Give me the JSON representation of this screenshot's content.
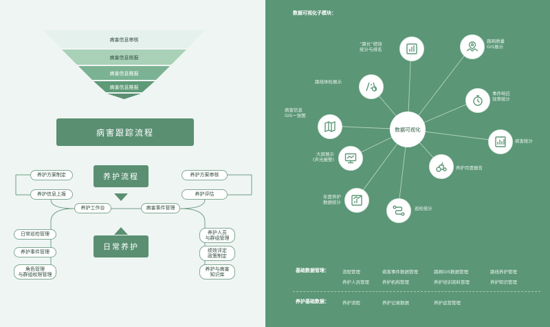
{
  "funnel": {
    "layers": [
      "病害信息审核",
      "病害信息核报",
      "病害信息推报",
      "病害信息推报"
    ],
    "colors": [
      "#e4f1ec",
      "#a9d1b7",
      "#7bb293",
      "#5f9a78"
    ]
  },
  "flow": {
    "tracking_title": "病害跟踪流程",
    "maintenance_title": "养护流程",
    "daily_title": "日常养护",
    "left_nodes": [
      "养护方案制定",
      "养护信息上报"
    ],
    "right_nodes": [
      "养护方案审核",
      "养护评估"
    ],
    "center_left": "养护工作台",
    "center_right": "病害事件管理",
    "bottom_left": [
      "日常巡检管理",
      "养护事件管理",
      "角色管理\n与群组权限管理"
    ],
    "bottom_right": [
      "养护人员\n与群组管理",
      "绩效评定\n政策制定",
      "养护与病害\n知识库"
    ]
  },
  "viz": {
    "section_title": "数据可视化子模块：",
    "center_label": "数据可视化",
    "modules": [
      {
        "label": "“路长”绩效\n统计与排名",
        "icon": "bar-chart-icon"
      },
      {
        "label": "路网质量\nGIS展示",
        "icon": "map-pin-icon"
      },
      {
        "label": "事件响应\n效率统计",
        "icon": "stopwatch-icon"
      },
      {
        "label": "病害统计",
        "icon": "report-chart-icon"
      },
      {
        "label": "养护月度报告",
        "icon": "roller-icon"
      },
      {
        "label": "巡检统计",
        "icon": "route-icon"
      },
      {
        "label": "年度养护\n数据统计",
        "icon": "year-stats-icon"
      },
      {
        "label": "大屏展示\n(声光报警)",
        "icon": "screen-icon"
      },
      {
        "label": "病害信息\nGIS一张图",
        "icon": "gis-map-icon"
      },
      {
        "label": "路线体检展示",
        "icon": "road-check-icon"
      }
    ],
    "colors": {
      "background": "#5b9676",
      "line": "#b9d6c5",
      "icon": "#5b9676"
    }
  },
  "basic_data": {
    "title": "基础数据管理：",
    "items": [
      "流程管理",
      "病害事件数据管理",
      "路网GIS数据管理",
      "路线养护管理",
      "养护人员管理",
      "养护机构管理",
      "养护培训资料管理",
      "养护知识管理"
    ]
  },
  "maintenance_data": {
    "title": "养护基础数据：",
    "items": [
      "养护流程",
      "养护记录数据",
      "养护运营管理"
    ]
  }
}
